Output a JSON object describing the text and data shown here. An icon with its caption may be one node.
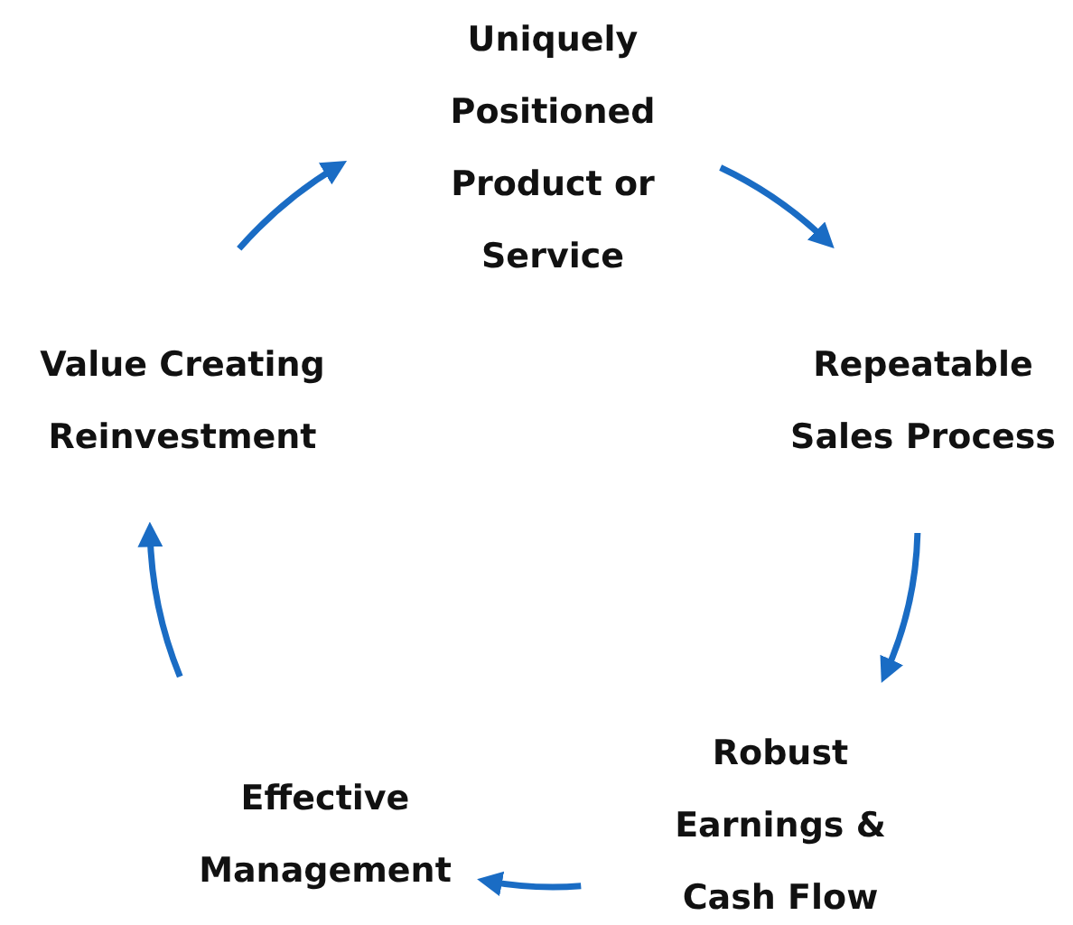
{
  "diagram": {
    "nodes": [
      {
        "text": [
          "Uniquely Positioned Product or Service"
        ]
      },
      {
        "text": [
          "Repeatable Sales Process"
        ]
      },
      {
        "text": [
          "Robust Earnings & Cash Flow"
        ]
      },
      {
        "text": [
          "Effective Management"
        ]
      },
      {
        "text": [
          "Value Creating Reinvestment"
        ]
      }
    ],
    "edges": [
      {
        "from": 0,
        "to": 1,
        "arrow": "to"
      },
      {
        "from": 1,
        "to": 2,
        "arrow": "to"
      },
      {
        "from": 2,
        "to": 3,
        "arrow": "to"
      },
      {
        "from": 3,
        "to": 4,
        "arrow": "to"
      },
      {
        "from": 4,
        "to": 0,
        "arrow": "to"
      }
    ]
  }
}
